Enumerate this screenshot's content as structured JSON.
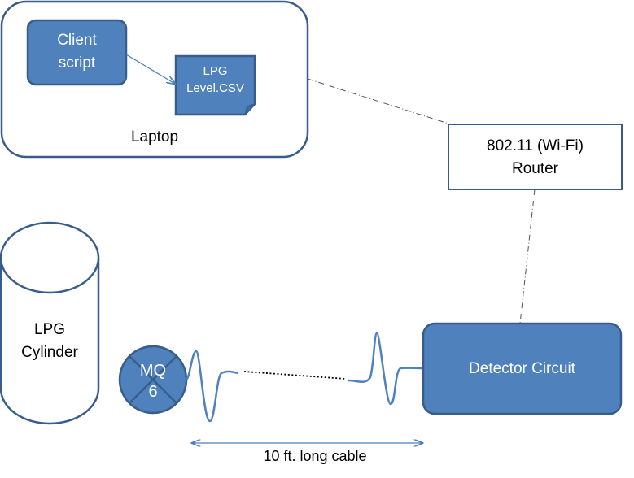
{
  "laptop": {
    "label": "Laptop"
  },
  "client_script": {
    "line1": "Client",
    "line2": "script"
  },
  "csv_file": {
    "line1": "LPG",
    "line2": "Level.CSV"
  },
  "router": {
    "line1": "802.11 (Wi-Fi)",
    "line2": "Router"
  },
  "cylinder": {
    "line1": "LPG",
    "line2": "Cylinder"
  },
  "sensor": {
    "line1": "MQ",
    "line2": "6"
  },
  "detector": {
    "label": "Detector Circuit"
  },
  "cable": {
    "label": "10 ft. long cable"
  },
  "colors": {
    "fill_blue": "#4f81bd",
    "stroke_blue": "#385d8a",
    "text_white": "#ffffff"
  }
}
